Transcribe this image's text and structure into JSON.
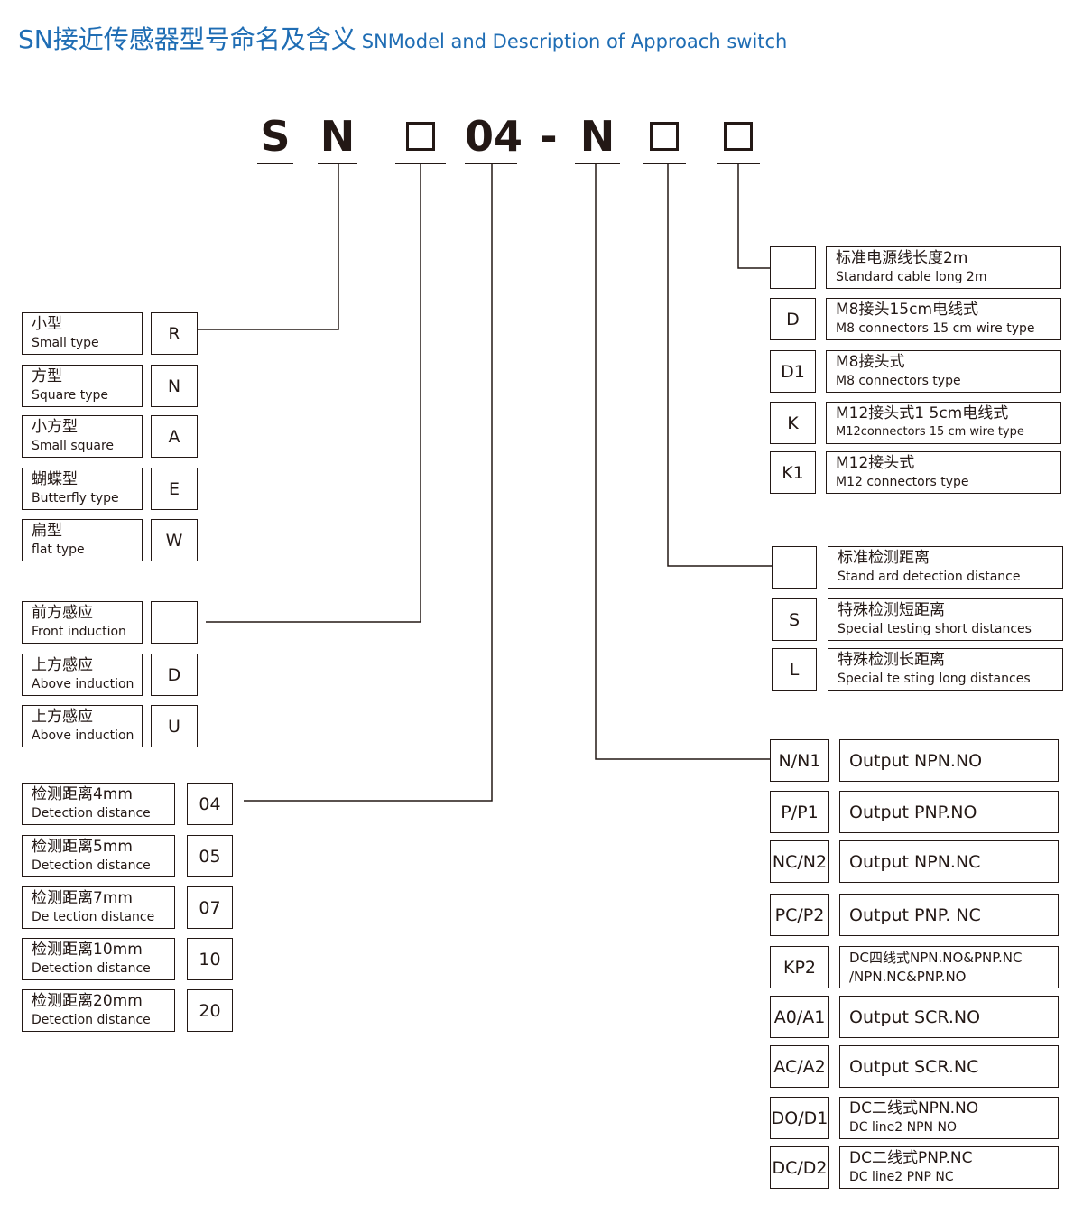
{
  "title": {
    "zh": "SN接近传感器型号命名及含义",
    "en": "SNModel and Description of Approach switch"
  },
  "model": {
    "segments": [
      "S",
      "N",
      "",
      "04",
      "-",
      "N",
      "",
      ""
    ]
  },
  "shape_options": [
    {
      "zh": "小型",
      "en": "Small type",
      "code": "R"
    },
    {
      "zh": "方型",
      "en": "Square type",
      "code": "N"
    },
    {
      "zh": "小方型",
      "en": "Small square",
      "code": "A"
    },
    {
      "zh": "蝴蝶型",
      "en": "Butterfly type",
      "code": "E"
    },
    {
      "zh": "扁型",
      "en": "flat type",
      "code": "W"
    }
  ],
  "induction_options": [
    {
      "zh": "前方感应",
      "en": "Front induction",
      "code": ""
    },
    {
      "zh": "上方感应",
      "en": "Above induction",
      "code": "D"
    },
    {
      "zh": "上方感应",
      "en": "Above induction",
      "code": "U"
    }
  ],
  "distance_options": [
    {
      "zh": "检测距离4mm",
      "en": "Detection distance",
      "code": "04"
    },
    {
      "zh": "检测距离5mm",
      "en": "Detection distance",
      "code": "05"
    },
    {
      "zh": "检测距离7mm",
      "en": "De tection distance",
      "code": "07"
    },
    {
      "zh": "检测距离10mm",
      "en": "Detection distance",
      "code": "10"
    },
    {
      "zh": "检测距离20mm",
      "en": "Detection distance",
      "code": "20"
    }
  ],
  "cable_options": [
    {
      "code": "",
      "zh": "标准电源线长度2m",
      "en": "Standard cable long 2m"
    },
    {
      "code": "D",
      "zh": "M8接头15cm电线式",
      "en": "M8 connectors 15 cm wire type"
    },
    {
      "code": "D1",
      "zh": "M8接头式",
      "en": "M8 connectors type"
    },
    {
      "code": "K",
      "zh": "M12接头式1 5cm电线式",
      "en": "M12connectors 15 cm wire type"
    },
    {
      "code": "K1",
      "zh": "M12接头式",
      "en": "M12 connectors type"
    }
  ],
  "detection_options": [
    {
      "code": "",
      "zh": "标准检测距离",
      "en": "Stand ard detection distance"
    },
    {
      "code": "S",
      "zh": "特殊检测短距离",
      "en": "Special testing short distances"
    },
    {
      "code": "L",
      "zh": "特殊检测长距离",
      "en": "Special te sting long distances"
    }
  ],
  "output_options": [
    {
      "code": "N/N1",
      "l1": "Output NPN.NO",
      "l2": ""
    },
    {
      "code": "P/P1",
      "l1": "Output PNP.NO",
      "l2": ""
    },
    {
      "code": "NC/N2",
      "l1": "Output NPN.NC",
      "l2": ""
    },
    {
      "code": "PC/P2",
      "l1": "Output PNP. NC",
      "l2": ""
    },
    {
      "code": "KP2",
      "l1": "DC四线式NPN.NO&PNP.NC",
      "l2": "/NPN.NC&PNP.NO"
    },
    {
      "code": "A0/A1",
      "l1": "Output SCR.NO",
      "l2": ""
    },
    {
      "code": "AC/A2",
      "l1": "Output SCR.NC",
      "l2": ""
    },
    {
      "code": "DO/D1",
      "l1": "DC二线式NPN.NO",
      "l2": "DC line2 NPN NO"
    },
    {
      "code": "DC/D2",
      "l1": "DC二线式PNP.NC",
      "l2": "DC line2 PNP NC"
    }
  ]
}
